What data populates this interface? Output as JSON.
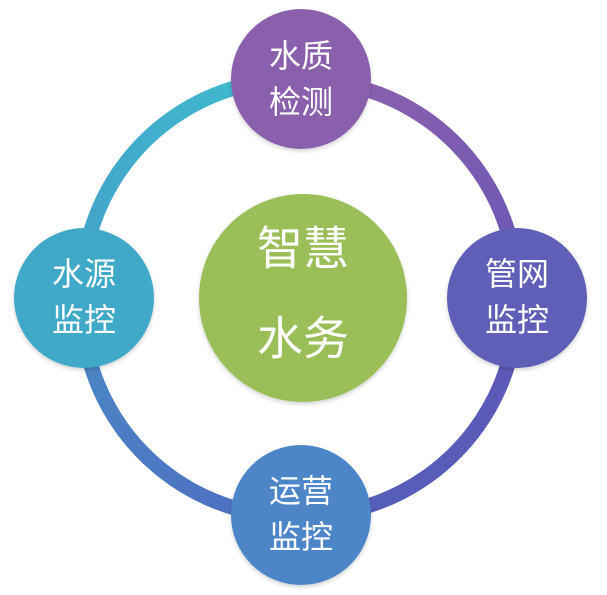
{
  "diagram": {
    "center": {
      "line1": "智慧",
      "line2": "水务",
      "color": "#9ABF58"
    },
    "nodes": [
      {
        "id": "water-quality-monitoring",
        "line1": "水质",
        "line2": "检测",
        "color": "#8A61AD"
      },
      {
        "id": "pipe-network-monitoring",
        "line1": "管网",
        "line2": "监控",
        "color": "#5E5FB8"
      },
      {
        "id": "operations-monitoring",
        "line1": "运营",
        "line2": "监控",
        "color": "#4E86C8"
      },
      {
        "id": "water-source-monitoring",
        "line1": "水源",
        "line2": "监控",
        "color": "#40A9C8"
      }
    ],
    "ring": {
      "colors": {
        "top_right": "#8A61AD",
        "right_bottom": "#5A54B5",
        "bottom_left": "#4E78C4",
        "left_top": "#3FB2CC"
      }
    }
  }
}
